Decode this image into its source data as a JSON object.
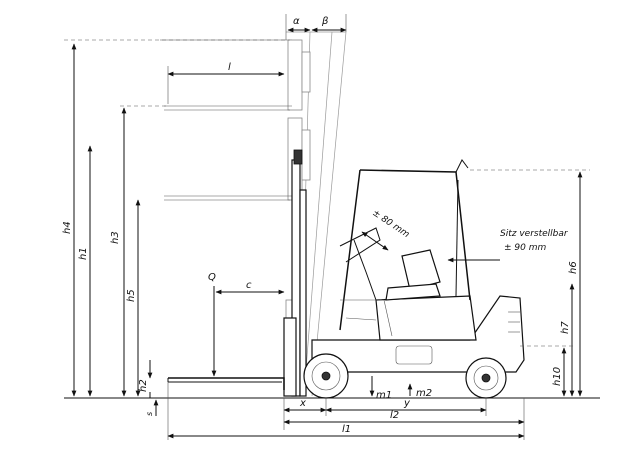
{
  "dimensions": {
    "h4": "h4",
    "h1": "h1",
    "h3": "h3",
    "h5": "h5",
    "h2": "h2",
    "s": "s",
    "l": "l",
    "c": "c",
    "Q": "Q",
    "alpha": "α",
    "beta": "β",
    "h6": "h6",
    "h7": "h7",
    "h10": "h10",
    "m1": "m1",
    "m2": "m2",
    "x": "x",
    "y": "y",
    "l2": "l2",
    "l1": "l1"
  },
  "annotations": {
    "tilt_label": "± 80 mm",
    "seat_line1": "Sitz verstellbar",
    "seat_line2": "± 90 mm"
  }
}
